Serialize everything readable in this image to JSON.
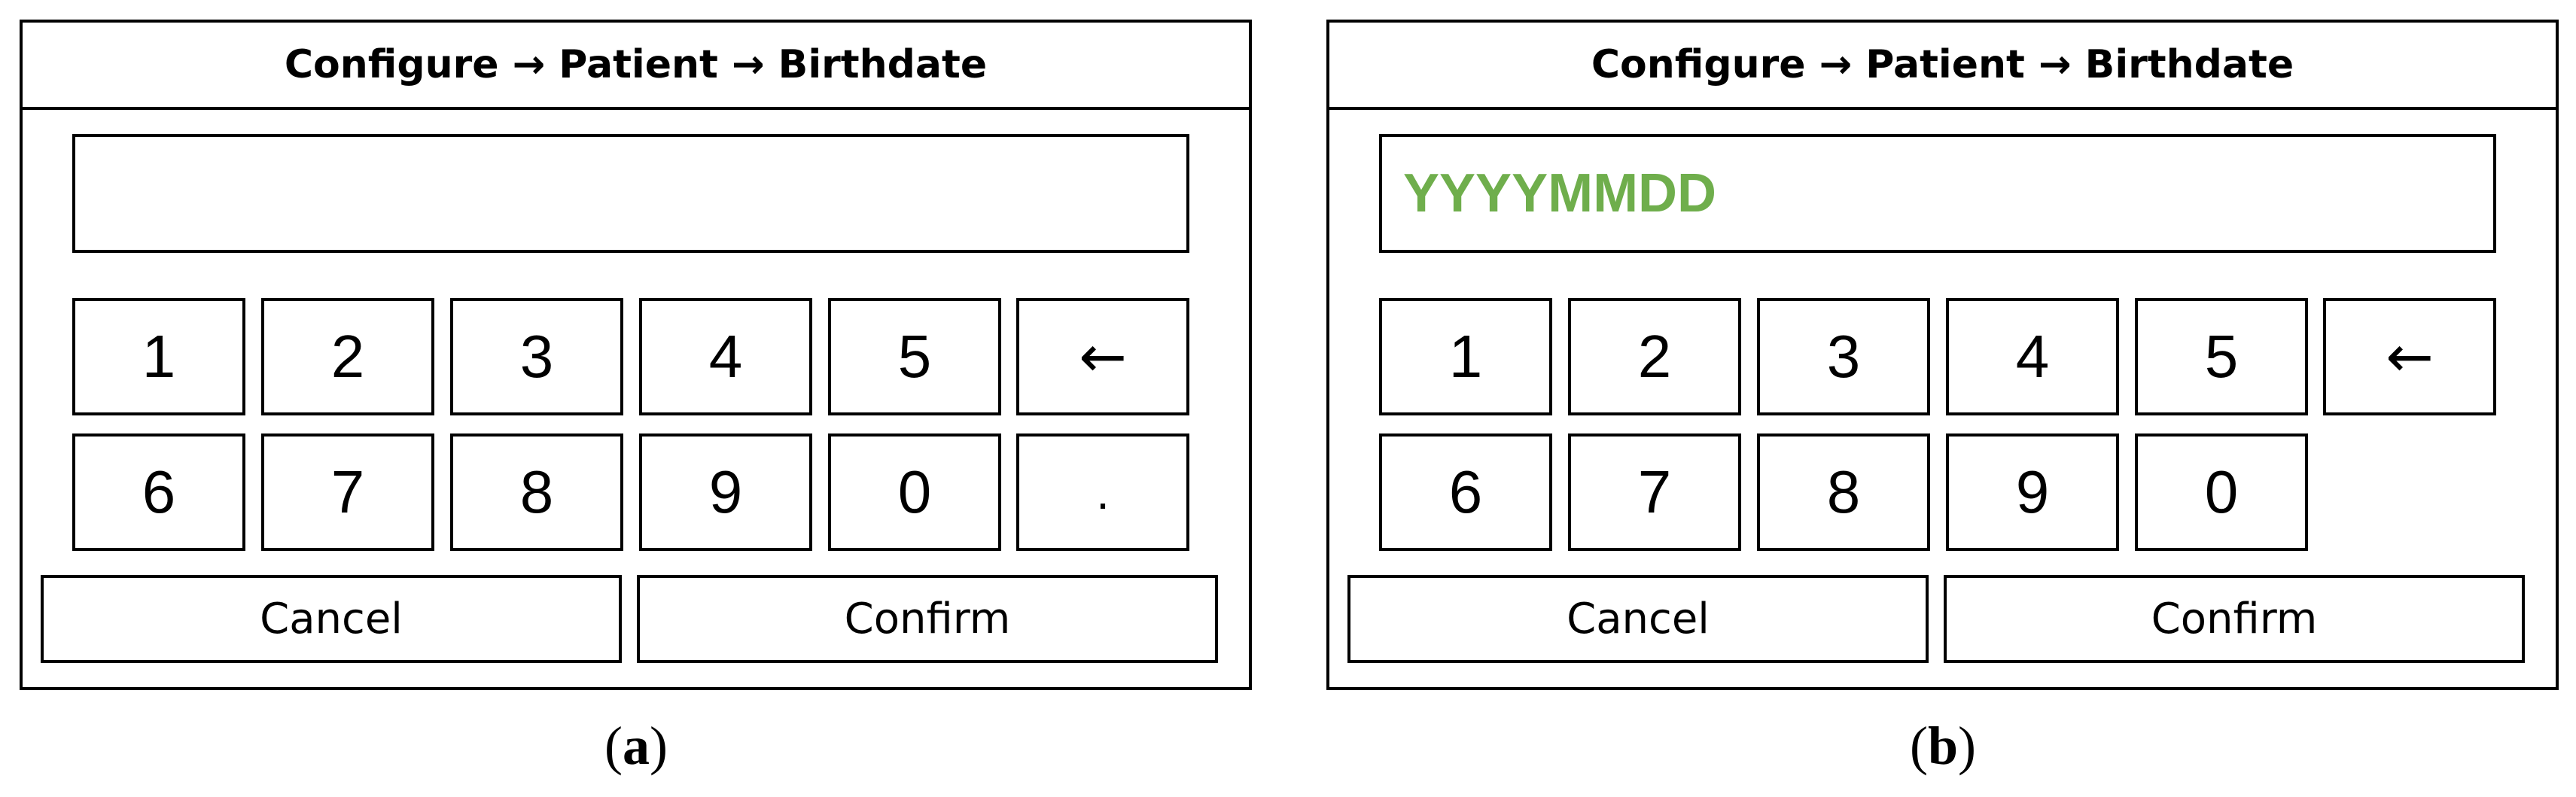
{
  "panels": [
    {
      "id": "a",
      "title": "Configure → Patient → Birthdate",
      "display_value": "",
      "keys_row1": [
        "1",
        "2",
        "3",
        "4",
        "5",
        "←"
      ],
      "keys_row2": [
        "6",
        "7",
        "8",
        "9",
        "0",
        "."
      ],
      "cancel_label": "Cancel",
      "confirm_label": "Confirm",
      "caption_open": "(",
      "caption_letter": "a",
      "caption_close": ")"
    },
    {
      "id": "b",
      "title": "Configure → Patient → Birthdate",
      "display_value": "YYYYMMDD",
      "keys_row1": [
        "1",
        "2",
        "3",
        "4",
        "5",
        "←"
      ],
      "keys_row2": [
        "6",
        "7",
        "8",
        "9",
        "0"
      ],
      "cancel_label": "Cancel",
      "confirm_label": "Confirm",
      "caption_open": "(",
      "caption_letter": "b",
      "caption_close": ")"
    }
  ],
  "colors": {
    "placeholder_text": "#6fae4c",
    "border": "#000000"
  }
}
